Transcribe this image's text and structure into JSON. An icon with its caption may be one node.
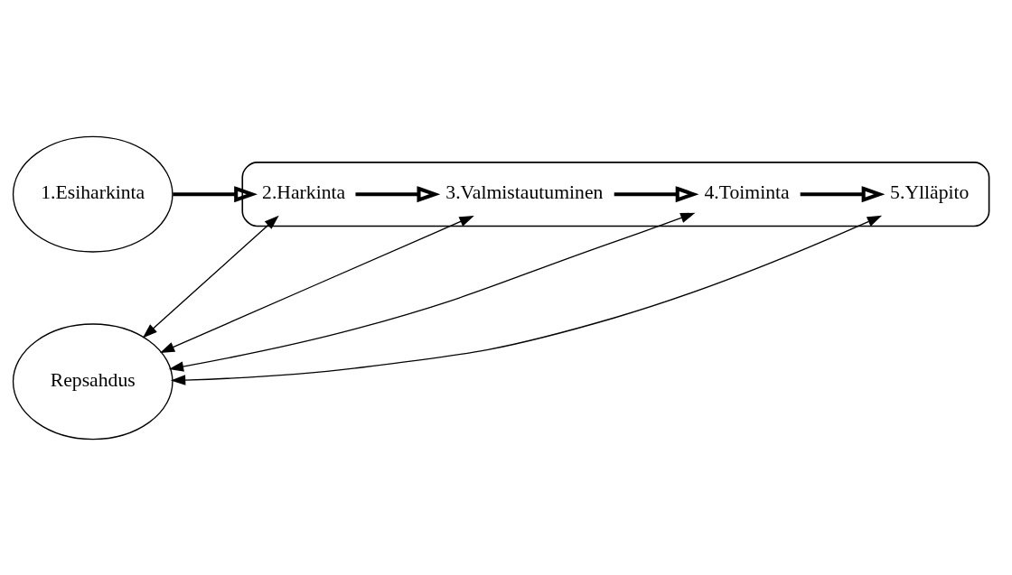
{
  "diagram": {
    "nodes": [
      {
        "text": [
          "1.Esiharkinta"
        ]
      },
      {
        "text": [],
        "shape": "ellipse"
      },
      {
        "text": [
          "2.Harkinta"
        ],
        "in": 1
      },
      {
        "text": [
          "3.Valmistautuminen"
        ],
        "in": 1
      },
      {
        "text": [
          "5.Ylläpito"
        ],
        "in": 1
      },
      {
        "text": [
          "4.Toiminta"
        ],
        "in": 1
      },
      {
        "text": [
          "Repsahdus"
        ]
      }
    ],
    "edges": [
      {
        "from": 0,
        "to": 2,
        "arrow": "to",
        "style": "thick"
      },
      {
        "from": 2,
        "to": 3,
        "arrow": "to",
        "style": "thick"
      },
      {
        "from": 3,
        "to": 5,
        "arrow": "to",
        "style": "thick"
      },
      {
        "from": 5,
        "to": 4,
        "arrow": "to",
        "style": "thick"
      },
      {
        "from": 6,
        "to": 2,
        "arrow": "both"
      },
      {
        "from": 6,
        "to": 3,
        "arrow": "both"
      },
      {
        "from": 6,
        "to": 5,
        "arrow": "both"
      },
      {
        "from": 6,
        "to": 4,
        "arrow": "both"
      }
    ]
  }
}
